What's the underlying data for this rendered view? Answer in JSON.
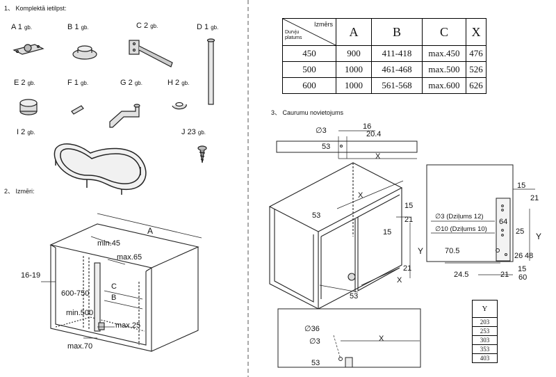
{
  "sections": {
    "kit": "1、 Komplektā ietilpst:",
    "sizes": "2、 Izmēri:",
    "holes": "3、 Caurumu novietojums"
  },
  "parts": [
    {
      "letter": "A",
      "qty": "1",
      "unit": "gb."
    },
    {
      "letter": "B",
      "qty": "1",
      "unit": "gb."
    },
    {
      "letter": "C",
      "qty": "2",
      "unit": "gb."
    },
    {
      "letter": "D",
      "qty": "1",
      "unit": "gb."
    },
    {
      "letter": "E",
      "qty": "2",
      "unit": "gb."
    },
    {
      "letter": "F",
      "qty": "1",
      "unit": "gb."
    },
    {
      "letter": "G",
      "qty": "2",
      "unit": "gb."
    },
    {
      "letter": "H",
      "qty": "2",
      "unit": "gb."
    },
    {
      "letter": "I",
      "qty": "2",
      "unit": "gb."
    },
    {
      "letter": "J",
      "qty": "23",
      "unit": "gb."
    }
  ],
  "size_dims": {
    "a": "A",
    "min45": "min.45",
    "max65": "max.65",
    "d1619": "16-19",
    "d600": "600-750",
    "c": "C",
    "b": "B",
    "min500": "min.500",
    "max25": "max.25",
    "max70": "max.70"
  },
  "spec_table": {
    "corner_top": "Izmērs",
    "corner_bottom": "Durvju\nplatums",
    "headers": [
      "A",
      "B",
      "C",
      "X"
    ],
    "rows": [
      [
        "450",
        "900",
        "411-418",
        "max.450",
        "476"
      ],
      [
        "500",
        "1000",
        "461-468",
        "max.500",
        "526"
      ],
      [
        "600",
        "1000",
        "561-568",
        "max.600",
        "626"
      ]
    ]
  },
  "hole_dims": {
    "dia3": "∅3",
    "d16": "16",
    "d204": "20.4",
    "d53": "53",
    "x": "X",
    "d15": "15",
    "d21": "21",
    "y": "Y",
    "dia3_depth": "∅3 (Dziļums 12)",
    "dia10_depth": "∅10 (Dziļums 10)",
    "d64": "64",
    "d25": "25",
    "d705": "70.5",
    "d26": "26",
    "d48": "48",
    "d245": "24.5",
    "d60": "60",
    "dia36": "∅36"
  },
  "y_table": {
    "header": "Y",
    "values": [
      "203",
      "253",
      "303",
      "353",
      "403"
    ]
  }
}
